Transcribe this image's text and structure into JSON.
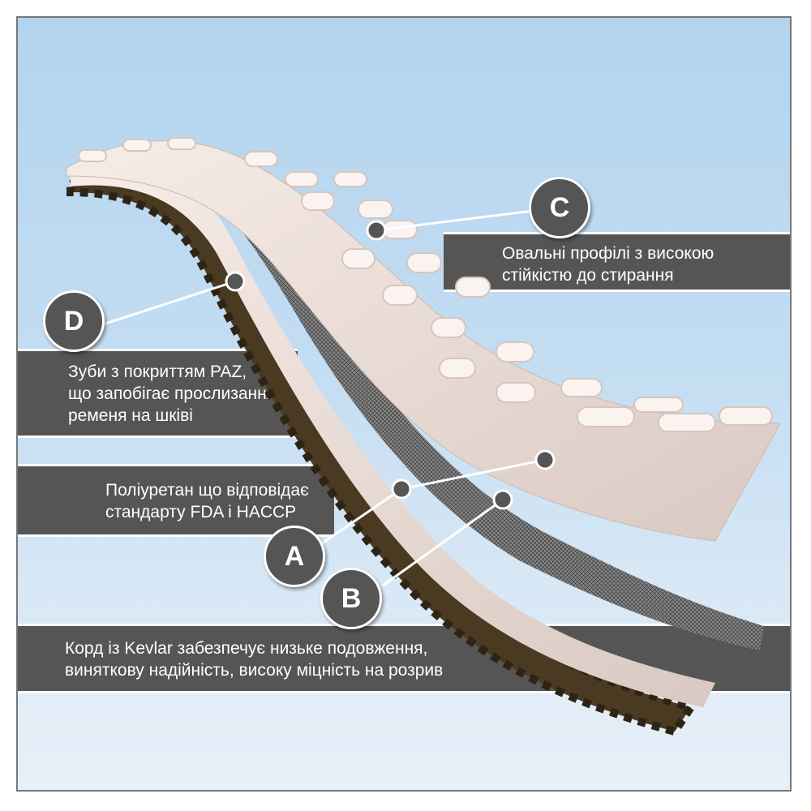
{
  "callouts": {
    "A": {
      "letter": "A",
      "text": [
        "Поліуретан що відповідає",
        "стандарту FDA і HACCP"
      ]
    },
    "B": {
      "letter": "B",
      "text": [
        "Корд із Kevlar забезпечує низьке подовження,",
        "виняткову надійність, високу міцність на розрив"
      ]
    },
    "C": {
      "letter": "C",
      "text": [
        "Овальні профілі з високою",
        "стійкістю до стирання"
      ]
    },
    "D": {
      "letter": "D",
      "text": [
        "Зуби з покриттям PAZ,",
        "що запобігає прослизання",
        "ременя на шківі"
      ]
    }
  },
  "colors": {
    "band": "#555555",
    "sky": "#b2d4ef",
    "belt": "#f1e3dc",
    "teeth": "#4a3a22"
  }
}
